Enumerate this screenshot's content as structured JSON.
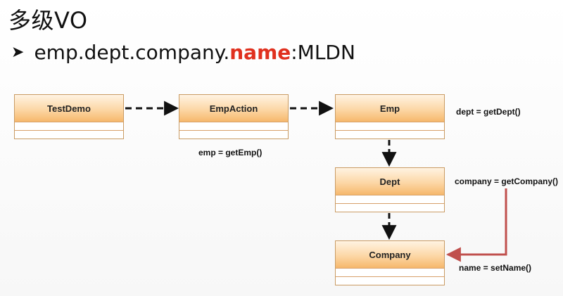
{
  "slide": {
    "title": "多级VO",
    "bullet": {
      "icon": "arrow-bullet-icon",
      "prefix": "emp.dept.company.",
      "highlight": "name",
      "suffix": ":MLDN",
      "highlight_color": "#e0301e"
    }
  },
  "diagram": {
    "classes": {
      "testdemo": "TestDemo",
      "empaction": "EmpAction",
      "emp": "Emp",
      "dept": "Dept",
      "company": "Company"
    },
    "labels": {
      "emp_call": "emp = getEmp()",
      "dept_call": "dept = getDept()",
      "company_call": "company = getCompany()",
      "name_call": "name = setName()"
    },
    "colors": {
      "header_top": "#fff3e2",
      "header_bottom": "#f6b86c",
      "border": "#c99b63",
      "red_arrow": "#c0504d"
    }
  }
}
